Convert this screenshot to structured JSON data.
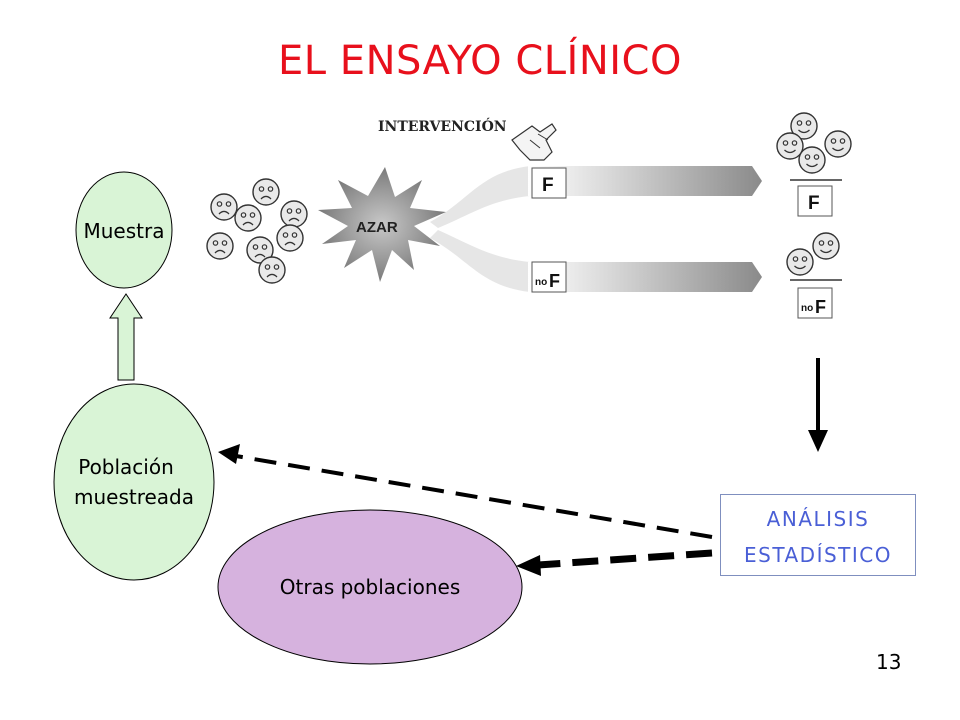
{
  "title": "EL ENSAYO CLÍNICO",
  "nodes": {
    "muestra": "Muestra",
    "poblacion_line1": "Población",
    "poblacion_line2": "muestreada",
    "otras": "Otras poblaciones",
    "analisis_line1": "ANÁLISIS",
    "analisis_line2": "ESTADÍSTICO"
  },
  "figure": {
    "intervencion": "INTERVENCIÓN",
    "azar": "AZAR",
    "arm_f": "F",
    "arm_nof_prefix": "no",
    "arm_nof_letter": "F"
  },
  "colors": {
    "title": "#e8101c",
    "green_fill": "#d9f4d6",
    "purple_fill": "#d6b2de",
    "analysis_text": "#4a5fd6"
  },
  "page_number": "13"
}
